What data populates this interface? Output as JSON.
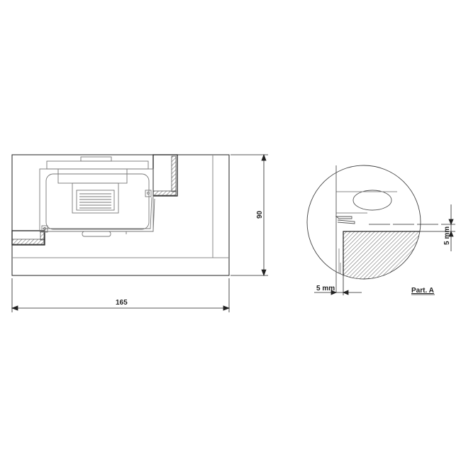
{
  "drawing": {
    "main_view": {
      "width_dimension": "165",
      "height_dimension": "90"
    },
    "detail_view": {
      "vertical_gap_dimension": "5 mm",
      "horizontal_gap_dimension": "5 mm",
      "label": "Part. A"
    },
    "colors": {
      "line": "#222222",
      "light_line": "#888888",
      "background": "#ffffff"
    }
  }
}
